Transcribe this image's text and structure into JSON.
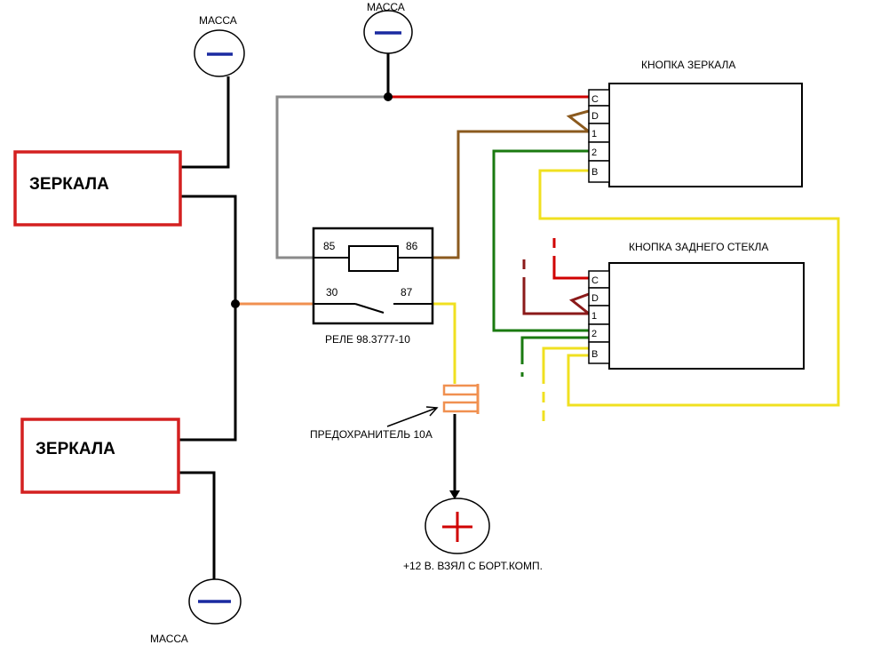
{
  "labels": {
    "mirrors_top": "ЗЕРКАЛА",
    "mirrors_bottom": "ЗЕРКАЛА",
    "ground_top_left": "МАССА",
    "ground_top_center": "МАССА",
    "ground_bottom": "МАССА",
    "mirror_button_title": "КНОПКА ЗЕРКАЛА",
    "rear_glass_button_title": "КНОПКА ЗАДНЕГО СТЕКЛА",
    "relay_caption": "РЕЛЕ 98.3777-10",
    "fuse_caption": "ПРЕДОХРАНИТЕЛЬ 10А",
    "power_caption": "+12 В. ВЗЯЛ С БОРТ.КОМП."
  },
  "relay_pins": {
    "p85": "85",
    "p86": "86",
    "p30": "30",
    "p87": "87"
  },
  "mirror_button_pins": [
    "C",
    "D",
    "1",
    "2",
    "B"
  ],
  "rear_button_pins": [
    "C",
    "D",
    "1",
    "2",
    "B"
  ],
  "symbols": {
    "minus": "ground-minus-icon",
    "plus": "power-plus-icon"
  },
  "colors": {
    "red_box": "#d42020",
    "wire_black": "#000000",
    "wire_grey": "#8a8a8a",
    "wire_red": "#d00000",
    "wire_brown": "#8b5a1e",
    "wire_green": "#1a7a10",
    "wire_yellow": "#f0e020",
    "wire_orange": "#f09050",
    "wire_darkred": "#8b1a1a",
    "minus_sign": "#1a2aa0",
    "plus_sign": "#d00000"
  }
}
